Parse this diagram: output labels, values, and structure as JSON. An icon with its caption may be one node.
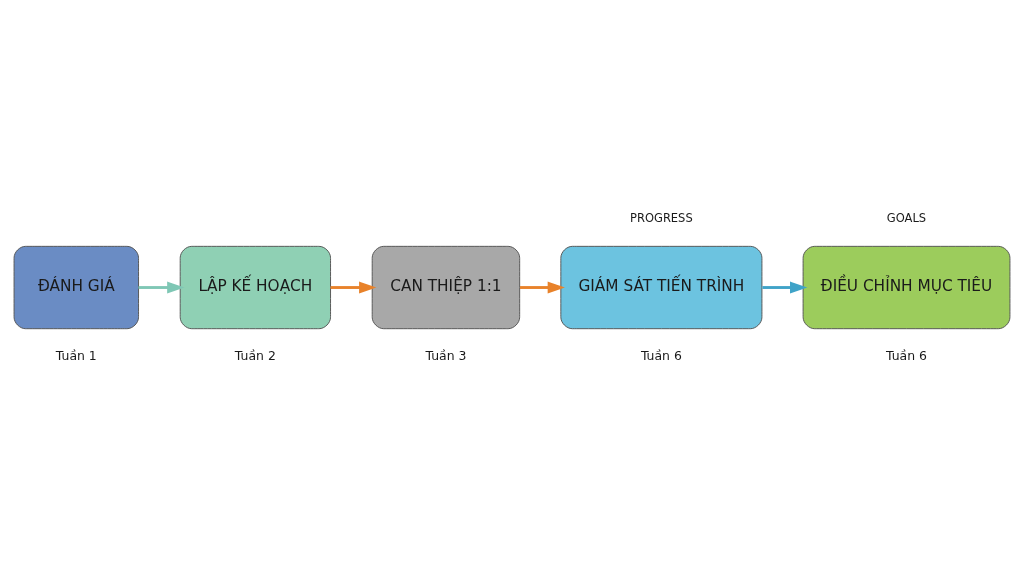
{
  "diagram": {
    "nodes": [
      {
        "text": [
          "ĐÁNH GIÁ"
        ],
        "beside": [
          "Tuần 1"
        ]
      },
      {
        "text": [
          "LẬP KẾ HOẠCH"
        ],
        "beside": [
          "Tuần 2"
        ]
      },
      {
        "text": [
          "CAN THIỆP 1:1"
        ],
        "beside": [
          "Tuần 3"
        ]
      },
      {
        "text": [
          "GIÁM SÁT TIẾN TRÌNH"
        ],
        "beside": [
          "Tuần 6"
        ]
      },
      {
        "text": [
          "ĐIỀU CHỈNH MỤC TIÊU"
        ],
        "beside": [
          "Tuần 6"
        ]
      }
    ],
    "edges": [
      {
        "from": 0,
        "to": 1,
        "arrow": "to",
        "color": "#7fc7b5"
      },
      {
        "from": 1,
        "to": 2,
        "arrow": "to",
        "color": "#e8822a"
      },
      {
        "from": 2,
        "to": 3,
        "arrow": "to",
        "color": "#e8822a"
      },
      {
        "from": 3,
        "to": 4,
        "arrow": "to",
        "color": "#3fa3c8"
      }
    ],
    "labels": [
      "PROGRESS",
      "GOALS"
    ]
  }
}
